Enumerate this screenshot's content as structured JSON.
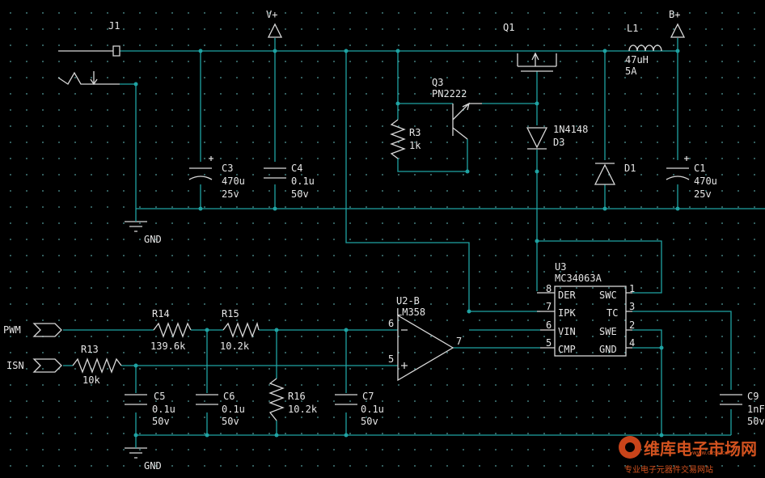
{
  "labels": {
    "j1": "J1",
    "vplus": "V+",
    "bplus": "B+",
    "q1": "Q1",
    "l1": "L1",
    "l1_value": "47uH",
    "l1_current": "5A",
    "q3": "Q3",
    "q3_part": "PN2222",
    "r3": "R3",
    "r3_value": "1k",
    "d3_part": "1N4148",
    "d3": "D3",
    "d1": "D1",
    "c3": "C3",
    "c3_value": "470u",
    "c3_voltage": "25v",
    "c4": "C4",
    "c4_value": "0.1u",
    "c4_voltage": "50v",
    "c1": "C1",
    "c1_value": "470u",
    "c1_voltage": "25v",
    "gnd": "GND",
    "u3": "U3",
    "u3_part": "MC34063A",
    "u2b": "U2-B",
    "u2b_part": "LM358",
    "r14": "R14",
    "r14_value": "139.6k",
    "r15": "R15",
    "r15_value": "10.2k",
    "r13": "R13",
    "r13_value": "10k",
    "r16": "R16",
    "r16_value": "10.2k",
    "c5": "C5",
    "c5_value": "0.1u",
    "c5_voltage": "50v",
    "c6": "C6",
    "c6_value": "0.1u",
    "c6_voltage": "50v",
    "c7": "C7",
    "c7_value": "0.1u",
    "c7_voltage": "50v",
    "c9": "C9",
    "c9_value": "1nF",
    "c9_voltage": "50v",
    "pwm": "PWM",
    "isn": "ISN"
  },
  "u3_pins": {
    "left": [
      {
        "name": "DER",
        "num": "8"
      },
      {
        "name": "IPK",
        "num": "7"
      },
      {
        "name": "VIN",
        "num": "6"
      },
      {
        "name": "CMP",
        "num": "5"
      }
    ],
    "right": [
      {
        "name": "SWC",
        "num": "1"
      },
      {
        "name": "TC",
        "num": "3"
      },
      {
        "name": "SWE",
        "num": "2"
      },
      {
        "name": "GND",
        "num": "4"
      }
    ]
  },
  "opamp_pins": {
    "inv": "6",
    "noninv": "5",
    "out": "7"
  },
  "watermark": {
    "title": "维库电子市场网",
    "url": "www.dzsc.com",
    "subtitle": "专业电子元器件交易网站"
  },
  "colors": {
    "background": "#000000",
    "wire": "#1fa3a3",
    "component": "#d8d8d8",
    "text": "#e6e6e6",
    "watermark": "#d2521f"
  }
}
